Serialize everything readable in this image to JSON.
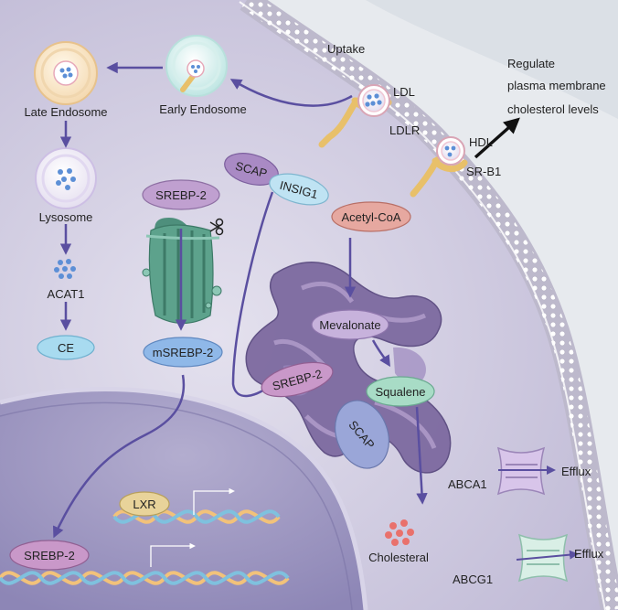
{
  "labels": {
    "uptake": "Uptake",
    "ldl": "LDL",
    "ldlr": "LDLR",
    "hdl": "HDL",
    "srb1": "SR-B1",
    "regulate_line1": "Regulate",
    "regulate_line2": "plasma membrane",
    "regulate_line3": "cholesterol levels",
    "late_endosome": "Late Endosome",
    "early_endosome": "Early Endosome",
    "lysosome": "Lysosome",
    "acat1": "ACAT1",
    "ce": "CE",
    "srebp2_top": "SREBP-2",
    "msrebp2": "mSREBP-2",
    "scap_top": "SCAP",
    "insig1": "INSIG1",
    "acetyl_coa": "Acetyl-CoA",
    "mevalonate": "Mevalonate",
    "srebp2_er": "SREBP-2",
    "squalene": "Squalene",
    "scap_er": "SCAP",
    "cholesterol": "Cholesteral",
    "abca1": "ABCA1",
    "abcg1": "ABCG1",
    "efflux1": "Efflux",
    "efflux2": "Efflux",
    "lxr": "LXR",
    "srebp2_nucleus": "SREBP-2"
  },
  "colors": {
    "cytoplasm": "#cfcbe0",
    "nucleus": "#a19bc4",
    "extracellular": "#dfe4ea",
    "arrow": "#5a4fa0",
    "er": "#7b6a9c"
  }
}
